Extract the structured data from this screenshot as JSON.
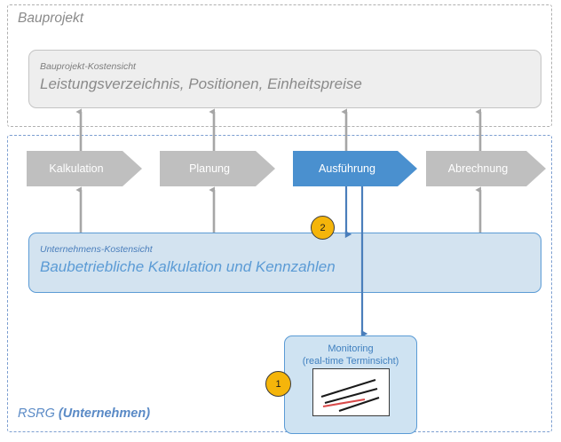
{
  "diagram": {
    "title_project_container": "Bauprojekt",
    "title_company_container_plain": "RSRG ",
    "title_company_container_bold": "(Unternehmen)",
    "colors": {
      "accent_blue": "#4a90cf",
      "light_blue_fill": "#d3e3f0",
      "monitoring_fill": "#cfe3f2",
      "gray_fill": "#bfbfbf",
      "gray_box_fill": "#eeeeee",
      "badge_orange": "#f5b50a",
      "gray_arrow": "#a6a6a6",
      "blue_arrow": "#4a7ebb",
      "chart_line_black": "#1a1a1a",
      "chart_line_red": "#d94a4a"
    }
  },
  "project_cost_view": {
    "caption": "Bauprojekt-Kostensicht",
    "title": "Leistungsverzeichnis, Positionen, Einheitspreise"
  },
  "company_cost_view": {
    "caption": "Unternehmens-Kostensicht",
    "title": "Baubetriebliche Kalkulation und Kennzahlen"
  },
  "phases": [
    {
      "label": "Kalkulation",
      "state": "inactive"
    },
    {
      "label": "Planung",
      "state": "inactive"
    },
    {
      "label": "Ausführung",
      "state": "active"
    },
    {
      "label": "Abrechnung",
      "state": "inactive"
    }
  ],
  "monitoring": {
    "line1": "Monitoring",
    "line2": "(real-time Terminsicht)"
  },
  "badges": [
    {
      "number": "1"
    },
    {
      "number": "2"
    }
  ]
}
